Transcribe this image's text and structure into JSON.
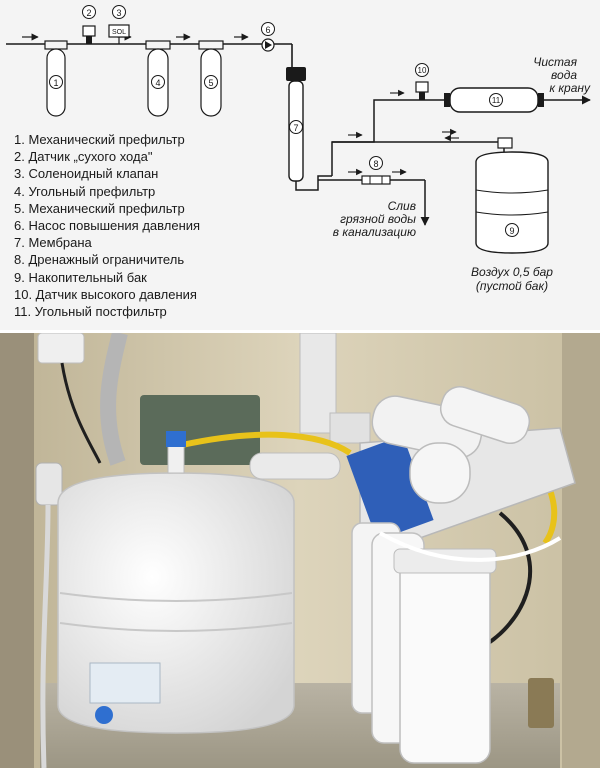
{
  "diagram": {
    "components": [
      {
        "num": "1",
        "label": "Механический префильтр"
      },
      {
        "num": "2",
        "label": "Датчик „сухого хода\""
      },
      {
        "num": "3",
        "label": "Соленоидный клапан"
      },
      {
        "num": "4",
        "label": "Угольный префильтр"
      },
      {
        "num": "5",
        "label": "Механический префильтр"
      },
      {
        "num": "6",
        "label": "Насос повышения давления"
      },
      {
        "num": "7",
        "label": "Мембрана"
      },
      {
        "num": "8",
        "label": "Дренажный ограничитель"
      },
      {
        "num": "9",
        "label": "Накопительный бак"
      },
      {
        "num": "10",
        "label": "Датчик высокого давления"
      },
      {
        "num": "11",
        "label": "Угольный постфильтр"
      }
    ],
    "legend": [
      "1. Механический префильтр",
      "2. Датчик „сухого хода\"",
      "3. Соленоидный клапан",
      "4. Угольный префильтр",
      "5. Механический префильтр",
      "6. Насос повышения давления",
      "7. Мембрана",
      "8. Дренажный ограничитель",
      "9. Накопительный бак",
      "10. Датчик высокого давления",
      "11. Угольный постфильтр"
    ],
    "sol_label": "SOL",
    "clean_water": [
      "Чистая",
      "вода",
      "к крану"
    ],
    "drain": [
      "Слив",
      "грязной воды",
      "в канализацию"
    ],
    "tank_note": [
      "Воздух 0,5 бар",
      "(пустой бак)"
    ],
    "line_color": "#1a1a1a",
    "background": "#f4f4f4"
  },
  "photo": {
    "description_colors": {
      "tank": "#f3f3f3",
      "cabinet": "#d9cfb4",
      "yellow_hose": "#e8c21a",
      "blue_accent": "#2f6fd0"
    }
  }
}
